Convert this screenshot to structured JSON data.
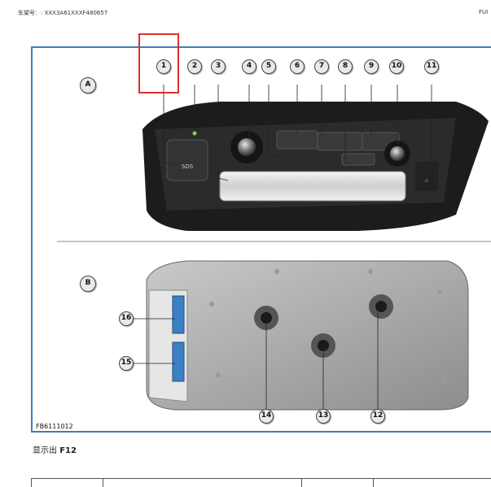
{
  "header": {
    "vin": "车架号：: XXX3A61XXXF480657",
    "right": "FUI"
  },
  "figure": {
    "code": "FB6111012",
    "panel_labels": [
      "A",
      "B"
    ],
    "callouts_a": [
      "1",
      "2",
      "3",
      "4",
      "5",
      "6",
      "7",
      "8",
      "9",
      "10",
      "11"
    ],
    "callouts_b": [
      "16",
      "15",
      "14",
      "13",
      "12"
    ],
    "sos_label": "SOS"
  },
  "caption": {
    "prefix": "显示出",
    "ref": "F12"
  },
  "colors": {
    "frame_border": "#3d7fb8",
    "highlight": "#e0302a"
  }
}
